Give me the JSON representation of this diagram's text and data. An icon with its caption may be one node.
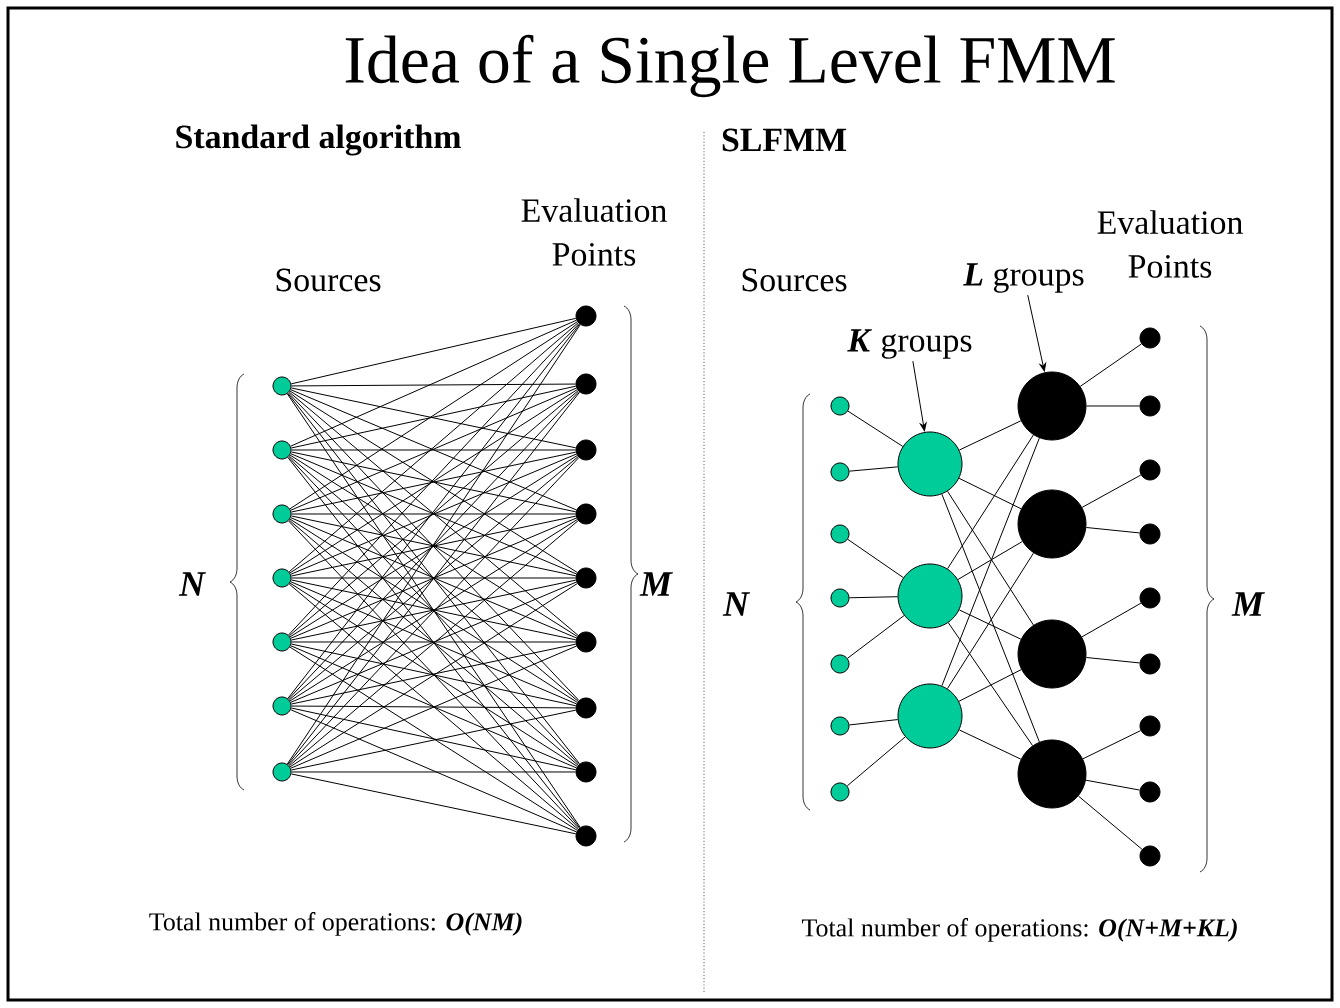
{
  "diagram": {
    "title": "Idea of a Single Level FMM",
    "nodes": [
      {
        "text": [],
        "shape": "circle"
      },
      {
        "text": [],
        "shape": "circle"
      },
      {
        "text": [],
        "shape": "circle"
      },
      {
        "text": [],
        "shape": "circle"
      },
      {
        "text": [],
        "shape": "circle"
      },
      {
        "text": [],
        "shape": "circle"
      },
      {
        "text": [],
        "shape": "circle"
      },
      {
        "text": [],
        "shape": "circle"
      },
      {
        "text": [],
        "shape": "circle"
      },
      {
        "text": [],
        "shape": "circle"
      },
      {
        "text": [],
        "shape": "circle"
      },
      {
        "text": [],
        "shape": "circle"
      },
      {
        "text": [],
        "shape": "circle"
      },
      {
        "text": [],
        "shape": "circle"
      },
      {
        "text": [],
        "shape": "circle"
      },
      {
        "text": [],
        "shape": "circle"
      },
      {
        "text": [],
        "shape": "circle"
      },
      {
        "text": [],
        "shape": "circle"
      },
      {
        "text": [],
        "shape": "circle"
      },
      {
        "text": [],
        "shape": "circle"
      },
      {
        "text": [],
        "shape": "circle"
      },
      {
        "text": [],
        "shape": "circle"
      },
      {
        "text": [],
        "shape": "circle"
      },
      {
        "text": [],
        "shape": "circle"
      },
      {
        "text": [],
        "shape": "circle"
      },
      {
        "text": [],
        "shape": "circle"
      },
      {
        "text": [],
        "shape": "circle"
      },
      {
        "text": [],
        "shape": "circle"
      },
      {
        "text": [],
        "shape": "circle"
      },
      {
        "text": [],
        "shape": "circle"
      },
      {
        "text": [],
        "shape": "circle"
      },
      {
        "text": [],
        "shape": "circle"
      },
      {
        "text": [],
        "shape": "circle"
      },
      {
        "text": [],
        "shape": "circle"
      },
      {
        "text": [],
        "shape": "circle"
      },
      {
        "text": [],
        "shape": "circle"
      },
      {
        "text": [],
        "shape": "circle"
      },
      {
        "text": [],
        "shape": "circle"
      },
      {
        "text": [],
        "shape": "circle"
      },
      {
        "text": [
          "**K** groups"
        ]
      },
      {
        "text": [
          "**L** groups"
        ]
      }
    ],
    "edges": [
      {
        "from": 0,
        "to": 7,
        "arrow": "none"
      },
      {
        "from": 0,
        "to": 8,
        "arrow": "none"
      },
      {
        "from": 0,
        "to": 9,
        "arrow": "none"
      },
      {
        "from": 0,
        "to": 10,
        "arrow": "none"
      },
      {
        "from": 0,
        "to": 11,
        "arrow": "none"
      },
      {
        "from": 0,
        "to": 12,
        "arrow": "none"
      },
      {
        "from": 0,
        "to": 13,
        "arrow": "none"
      },
      {
        "from": 0,
        "to": 14,
        "arrow": "none"
      },
      {
        "from": 0,
        "to": 15,
        "arrow": "none"
      },
      {
        "from": 1,
        "to": 7,
        "arrow": "none"
      },
      {
        "from": 1,
        "to": 8,
        "arrow": "none"
      },
      {
        "from": 1,
        "to": 9,
        "arrow": "none"
      },
      {
        "from": 1,
        "to": 10,
        "arrow": "none"
      },
      {
        "from": 1,
        "to": 11,
        "arrow": "none"
      },
      {
        "from": 1,
        "to": 12,
        "arrow": "none"
      },
      {
        "from": 1,
        "to": 13,
        "arrow": "none"
      },
      {
        "from": 1,
        "to": 14,
        "arrow": "none"
      },
      {
        "from": 1,
        "to": 15,
        "arrow": "none"
      },
      {
        "from": 2,
        "to": 7,
        "arrow": "none"
      },
      {
        "from": 2,
        "to": 8,
        "arrow": "none"
      },
      {
        "from": 2,
        "to": 9,
        "arrow": "none"
      },
      {
        "from": 2,
        "to": 10,
        "arrow": "none"
      },
      {
        "from": 2,
        "to": 11,
        "arrow": "none"
      },
      {
        "from": 2,
        "to": 12,
        "arrow": "none"
      },
      {
        "from": 2,
        "to": 13,
        "arrow": "none"
      },
      {
        "from": 2,
        "to": 14,
        "arrow": "none"
      },
      {
        "from": 2,
        "to": 15,
        "arrow": "none"
      },
      {
        "from": 3,
        "to": 7,
        "arrow": "none"
      },
      {
        "from": 3,
        "to": 8,
        "arrow": "none"
      },
      {
        "from": 3,
        "to": 9,
        "arrow": "none"
      },
      {
        "from": 3,
        "to": 10,
        "arrow": "none"
      },
      {
        "from": 3,
        "to": 11,
        "arrow": "none"
      },
      {
        "from": 3,
        "to": 12,
        "arrow": "none"
      },
      {
        "from": 3,
        "to": 13,
        "arrow": "none"
      },
      {
        "from": 3,
        "to": 14,
        "arrow": "none"
      },
      {
        "from": 3,
        "to": 15,
        "arrow": "none"
      },
      {
        "from": 4,
        "to": 7,
        "arrow": "none"
      },
      {
        "from": 4,
        "to": 8,
        "arrow": "none"
      },
      {
        "from": 4,
        "to": 9,
        "arrow": "none"
      },
      {
        "from": 4,
        "to": 10,
        "arrow": "none"
      },
      {
        "from": 4,
        "to": 11,
        "arrow": "none"
      },
      {
        "from": 4,
        "to": 12,
        "arrow": "none"
      },
      {
        "from": 4,
        "to": 13,
        "arrow": "none"
      },
      {
        "from": 4,
        "to": 14,
        "arrow": "none"
      },
      {
        "from": 4,
        "to": 15,
        "arrow": "none"
      },
      {
        "from": 5,
        "to": 7,
        "arrow": "none"
      },
      {
        "from": 5,
        "to": 8,
        "arrow": "none"
      },
      {
        "from": 5,
        "to": 9,
        "arrow": "none"
      },
      {
        "from": 5,
        "to": 10,
        "arrow": "none"
      },
      {
        "from": 5,
        "to": 11,
        "arrow": "none"
      },
      {
        "from": 5,
        "to": 12,
        "arrow": "none"
      },
      {
        "from": 5,
        "to": 13,
        "arrow": "none"
      },
      {
        "from": 5,
        "to": 14,
        "arrow": "none"
      },
      {
        "from": 5,
        "to": 15,
        "arrow": "none"
      },
      {
        "from": 6,
        "to": 7,
        "arrow": "none"
      },
      {
        "from": 6,
        "to": 8,
        "arrow": "none"
      },
      {
        "from": 6,
        "to": 9,
        "arrow": "none"
      },
      {
        "from": 6,
        "to": 10,
        "arrow": "none"
      },
      {
        "from": 6,
        "to": 11,
        "arrow": "none"
      },
      {
        "from": 6,
        "to": 12,
        "arrow": "none"
      },
      {
        "from": 6,
        "to": 13,
        "arrow": "none"
      },
      {
        "from": 6,
        "to": 14,
        "arrow": "none"
      },
      {
        "from": 6,
        "to": 15,
        "arrow": "none"
      },
      {
        "from": 16,
        "to": 23,
        "arrow": "none"
      },
      {
        "from": 17,
        "to": 23,
        "arrow": "none"
      },
      {
        "from": 18,
        "to": 24,
        "arrow": "none"
      },
      {
        "from": 19,
        "to": 24,
        "arrow": "none"
      },
      {
        "from": 20,
        "to": 24,
        "arrow": "none"
      },
      {
        "from": 21,
        "to": 25,
        "arrow": "none"
      },
      {
        "from": 22,
        "to": 25,
        "arrow": "none"
      },
      {
        "from": 23,
        "to": 26,
        "arrow": "none"
      },
      {
        "from": 23,
        "to": 27,
        "arrow": "none"
      },
      {
        "from": 23,
        "to": 28,
        "arrow": "none"
      },
      {
        "from": 23,
        "to": 29,
        "arrow": "none"
      },
      {
        "from": 24,
        "to": 26,
        "arrow": "none"
      },
      {
        "from": 24,
        "to": 27,
        "arrow": "none"
      },
      {
        "from": 24,
        "to": 28,
        "arrow": "none"
      },
      {
        "from": 24,
        "to": 29,
        "arrow": "none"
      },
      {
        "from": 25,
        "to": 26,
        "arrow": "none"
      },
      {
        "from": 25,
        "to": 27,
        "arrow": "none"
      },
      {
        "from": 25,
        "to": 28,
        "arrow": "none"
      },
      {
        "from": 25,
        "to": 29,
        "arrow": "none"
      },
      {
        "from": 26,
        "to": 30,
        "arrow": "none"
      },
      {
        "from": 26,
        "to": 31,
        "arrow": "none"
      },
      {
        "from": 27,
        "to": 32,
        "arrow": "none"
      },
      {
        "from": 27,
        "to": 33,
        "arrow": "none"
      },
      {
        "from": 28,
        "to": 34,
        "arrow": "none"
      },
      {
        "from": 28,
        "to": 35,
        "arrow": "none"
      },
      {
        "from": 29,
        "to": 36,
        "arrow": "none"
      },
      {
        "from": 29,
        "to": 37,
        "arrow": "none"
      },
      {
        "from": 29,
        "to": 38,
        "arrow": "none"
      },
      {
        "from": 39,
        "to": 23,
        "arrow": "to"
      },
      {
        "from": 40,
        "to": 26,
        "arrow": "to"
      }
    ],
    "labels": [
      "Standard algorithm",
      "SLFMM",
      "Evaluation Points",
      "Sources",
      "Evaluation Points",
      "Sources",
      "N",
      "M",
      "N",
      "M",
      "Total number of operations: **O(NM)**",
      "Total number of operations: **O(N+M+KL)**"
    ]
  }
}
